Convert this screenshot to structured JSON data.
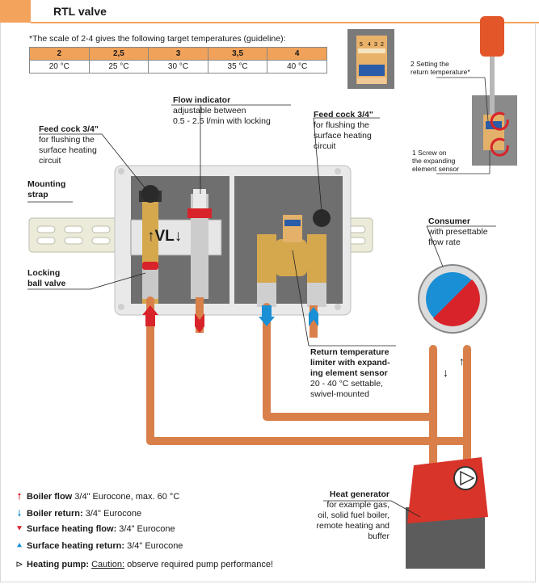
{
  "title": "RTL valve",
  "scale_note": "*The scale of 2-4 gives the following target temperatures (guideline):",
  "scale_table": {
    "settings": [
      "2",
      "2,5",
      "3",
      "3,5",
      "4"
    ],
    "temperatures": [
      "20 °C",
      "25 °C",
      "30 °C",
      "35 °C",
      "40 °C"
    ]
  },
  "callouts": {
    "flow_indicator": {
      "title": "Flow indicator",
      "text": [
        "adjustable between",
        "0.5 - 2.5 l/min with locking"
      ]
    },
    "feed_cock_left": {
      "title": "Feed cock 3/4\"",
      "text": [
        "for flushing the",
        "surface heating",
        "circuit"
      ]
    },
    "feed_cock_right": {
      "title": "Feed cock 3/4\"",
      "text": [
        "for flushing the",
        "surface heating",
        "circuit"
      ]
    },
    "mounting_strap": {
      "title": [
        "Mounting",
        "strap"
      ]
    },
    "locking_ball_valve": {
      "title": [
        "Locking",
        "ball valve"
      ]
    },
    "consumer": {
      "title": "Consumer",
      "text": [
        "with presettable",
        "flow rate"
      ]
    },
    "return_limiter": {
      "title": [
        "Return temperature",
        "limiter with expand-",
        "ing element sensor"
      ],
      "text": [
        "20 - 40 °C settable,",
        "swivel-mounted"
      ]
    },
    "heat_generator": {
      "title": "Heat generator",
      "text": [
        "for example gas,",
        "oil, solid fuel boiler,",
        "remote heating and",
        "buffer"
      ]
    },
    "setting_return": [
      "2 Setting the",
      "return temperature*"
    ],
    "screw_sensor": [
      "1 Screw on",
      "the expanding",
      "element sensor"
    ],
    "manifold_label": "↑VL↓"
  },
  "legend": [
    {
      "icon": "red-up-arrow-icon",
      "bold": "Boiler flow",
      "text": " 3/4\" Eurocone, max. 60 °C"
    },
    {
      "icon": "blue-down-arrow-icon",
      "bold": "Boiler return:",
      "text": " 3/4\" Eurocone"
    },
    {
      "icon": "red-down-chevron-icon",
      "bold": "Surface heating flow:",
      "text": " 3/4\" Eurocone"
    },
    {
      "icon": "blue-up-chevron-icon",
      "bold": "Surface heating return:",
      "text": " 3/4\" Eurocone"
    }
  ],
  "pump_note": {
    "bold": "Heating pump:",
    "caution": "Caution:",
    "text": " observe required pump performance!"
  },
  "dial_marks": [
    "5",
    "4",
    "3",
    "2"
  ],
  "colors": {
    "accent_orange": "#f3a35c",
    "pipe_copper": "#d9804a",
    "flow_red": "#d8232a",
    "return_blue": "#1a8fd6",
    "box_grey": "#6f6f6f",
    "boiler_red": "#d9342a"
  }
}
